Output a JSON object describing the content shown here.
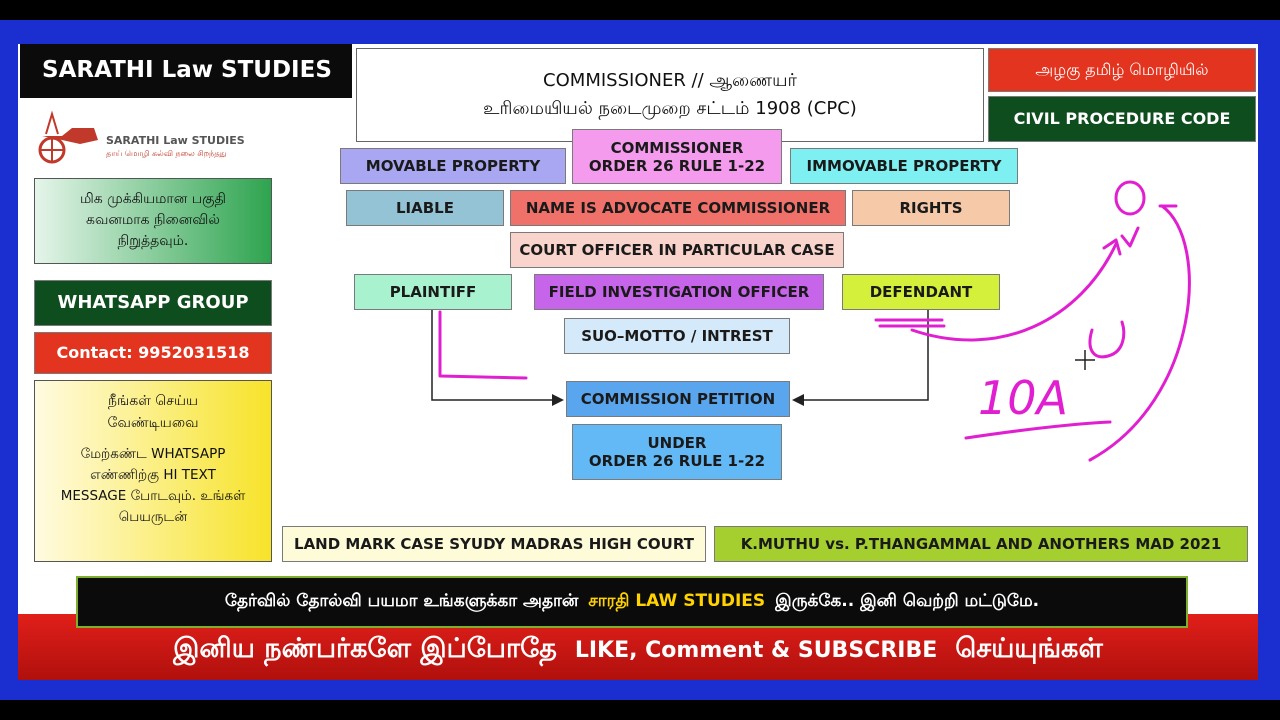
{
  "brand": {
    "title": "SARATHI Law STUDIES",
    "logo_name": "SARATHI Law STUDIES",
    "logo_tagline": "தாய் மொழி கல்வி நலை சிறந்தது"
  },
  "header": {
    "line1": "COMMISSIONER // ஆணையர்",
    "line2": "உரிமையியல் நடைமுறை சட்டம் 1908 (CPC)",
    "tag_tamil": "அழகு தமிழ் மொழியில்",
    "tag_code": "CIVIL PROCEDURE CODE"
  },
  "sidebar": {
    "note1": "மிக முக்கியமான பகுதி கவனமாக நினைவில் நிறுத்தவும்.",
    "whatsapp": "WHATSAPP GROUP",
    "contact": "Contact: 9952031518",
    "todo_title": "நீங்கள் செய்ய வேண்டியவை",
    "todo_body": "மேற்கண்ட WHATSAPP எண்ணிற்கு HI TEXT MESSAGE போடவும். உங்கள் பெயருடன்"
  },
  "diagram": {
    "commissioner_l1": "COMMISSIONER",
    "commissioner_l2": "ORDER 26 RULE 1-22",
    "movable": "MOVABLE PROPERTY",
    "immovable": "IMMOVABLE PROPERTY",
    "liable": "LIABLE",
    "name_is": "NAME IS ADVOCATE COMMISSIONER",
    "rights": "RIGHTS",
    "court_officer": "COURT OFFICER IN PARTICULAR CASE",
    "plaintiff": "PLAINTIFF",
    "field_officer": "FIELD INVESTIGATION OFFICER",
    "defendant": "DEFENDANT",
    "suo_motto": "SUO–MOTTO / INTREST",
    "petition": "COMMISSION PETITION",
    "under_l1": "UNDER",
    "under_l2": "ORDER 26 RULE 1-22",
    "landmark": "LAND MARK CASE SYUDY MADRAS HIGH COURT",
    "case": "K.MUTHU vs. P.THANGAMMAL AND ANOTHERS MAD 2021",
    "handwriting": "10A"
  },
  "footer": {
    "msg_pre": "தேர்வில் தோல்வி பயமா உங்களுக்கா அதான்",
    "msg_brand": "சாரதி LAW STUDIES",
    "msg_post": "இருக்கே.. இனி வெற்றி மட்டுமே.",
    "cta_pre": "இனிய நண்பர்களே இப்போதே",
    "cta_mid": "LIKE, Comment & SUBSCRIBE",
    "cta_post": "செய்யுங்கள்"
  },
  "colors": {
    "frame_blue": "#1b2fd0",
    "accent_red": "#e3341f",
    "accent_green": "#0e4d1e",
    "pen_magenta": "#e020d0"
  }
}
